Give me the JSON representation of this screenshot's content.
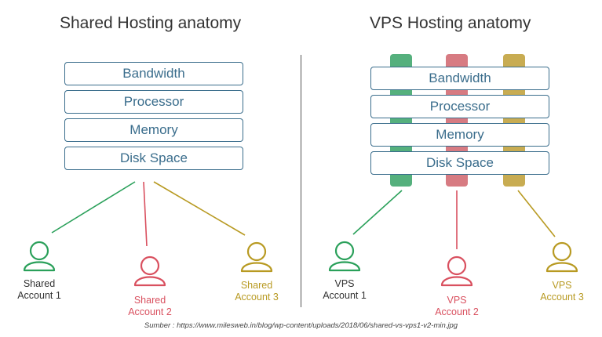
{
  "shared": {
    "title": "Shared Hosting anatomy",
    "resources": [
      "Bandwidth",
      "Processor",
      "Memory",
      "Disk Space"
    ],
    "accounts": [
      {
        "line1": "Shared",
        "line2": "Account 1",
        "color": "#2aa05a"
      },
      {
        "line1": "Shared",
        "line2": "Account 2",
        "color": "#d9505f"
      },
      {
        "line1": "Shared",
        "line2": "Account 3",
        "color": "#b89a22"
      }
    ]
  },
  "vps": {
    "title": "VPS Hosting anatomy",
    "resources": [
      "Bandwidth",
      "Processor",
      "Memory",
      "Disk Space"
    ],
    "accounts": [
      {
        "line1": "VPS",
        "line2": "Account 1",
        "color": "#2aa05a"
      },
      {
        "line1": "VPS",
        "line2": "Account 2",
        "color": "#d9505f"
      },
      {
        "line1": "VPS",
        "line2": "Account 3",
        "color": "#b89a22"
      }
    ],
    "column_colors": [
      "#55b07d",
      "#d77b82",
      "#c8ac52"
    ]
  },
  "source": "Sumber : https://www.milesweb.in/blog/wp-content/uploads/2018/06/shared-vs-vps1-v2-min.jpg",
  "colors": {
    "box_border": "#3a6d8c",
    "text_dark": "#333333"
  }
}
